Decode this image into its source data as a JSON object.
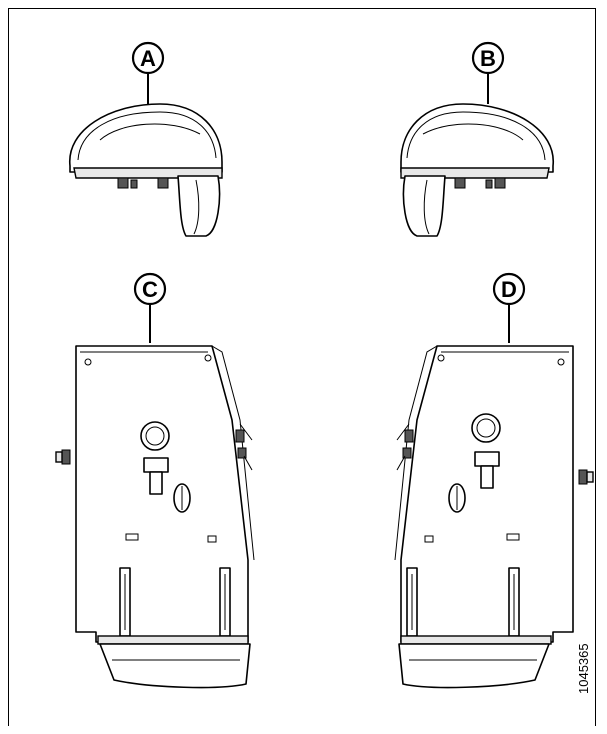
{
  "callouts": {
    "a": "A",
    "b": "B",
    "c": "C",
    "d": "D"
  },
  "figure_number": "1045365"
}
